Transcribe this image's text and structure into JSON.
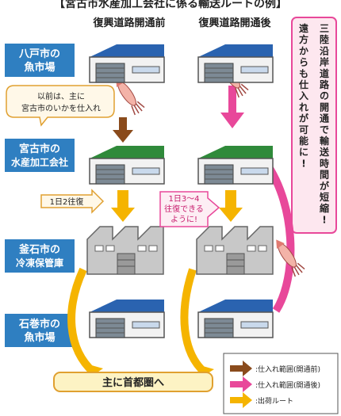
{
  "title": "【宮古市水産加工会社に係る輸送ルートの例】",
  "columns": {
    "before": "復興道路開通前",
    "after": "復興道路開通後"
  },
  "locations": {
    "hachinohe": [
      "八戸市の",
      "魚市場"
    ],
    "miyako": [
      "宮古市の",
      "水産加工会社"
    ],
    "kamaishi": [
      "釜石市の",
      "冷凍保管庫"
    ],
    "ishinomaki": [
      "石巻市の",
      "魚市場"
    ]
  },
  "callouts": {
    "before_supply": [
      "以前は、主に",
      "宮古市のいかを仕入れ"
    ],
    "trips_before": "1日2往復",
    "trips_after": [
      "1日3～4",
      "往復できる",
      "ように!"
    ]
  },
  "vertical_note": {
    "line1": "三陸沿岸道路の開通で輸送時間が短縮!",
    "line2": "遠方からも仕入れが可能に!"
  },
  "destination": "主に首都圏へ",
  "legend": [
    {
      "label": ":仕入れ範囲(開通前)",
      "color": "#8a4b1c"
    },
    {
      "label": ":仕入れ範囲(開通後)",
      "color": "#e8489a"
    },
    {
      "label": ":出荷ルート",
      "color": "#f5b400"
    }
  ],
  "colors": {
    "location_label_bg": "#2f7fc1",
    "roof_blue": "#2a63b0",
    "roof_green": "#2f8a3a",
    "arrow_brown": "#8a4b1c",
    "arrow_pink": "#e8489a",
    "arrow_yellow": "#f5b400",
    "destination_bg": "#fdf3c4",
    "note_bg": "#fde7ef"
  }
}
